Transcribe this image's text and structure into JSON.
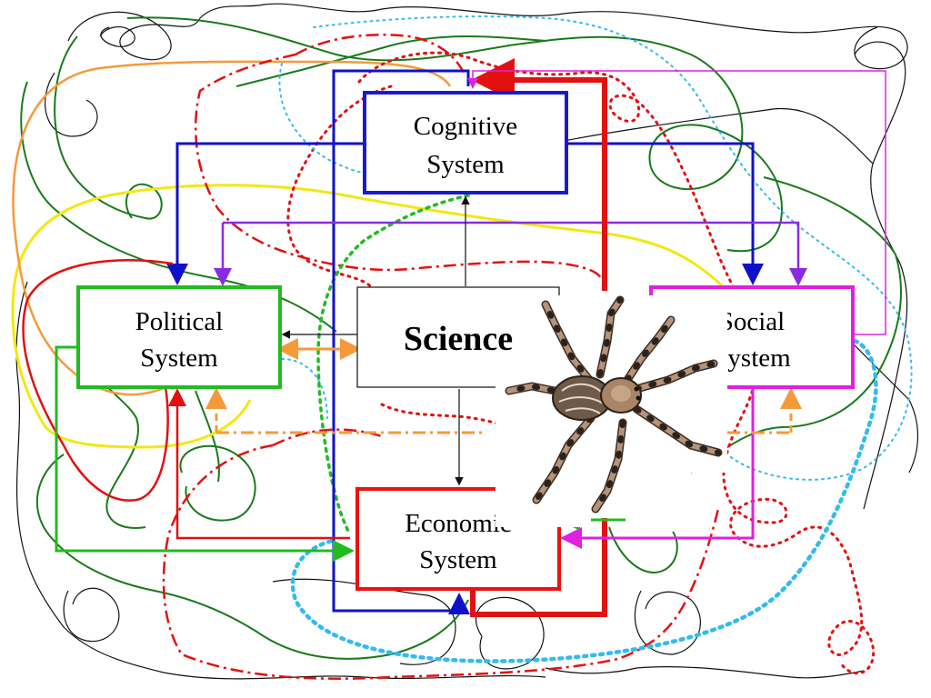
{
  "boxes": {
    "cognitive": {
      "line1": "Cognitive",
      "line2": "System"
    },
    "political": {
      "line1": "Political",
      "line2": "System"
    },
    "science": {
      "label": "Science"
    },
    "social": {
      "line1": "Social",
      "line2": "System"
    },
    "economic": {
      "line1": "Economic",
      "line2": "System"
    }
  },
  "colors": {
    "cognitive_border": "#1a1acc",
    "political_border": "#22bb22",
    "social_border": "#e020e0",
    "economic_border": "#ee1111",
    "blue_links": "#1010cc",
    "purple_links": "#8a2be2",
    "orange_links": "#f59a3a",
    "red_links": "#e31010",
    "green_scribble": "#1a7a1a",
    "yellow_curve": "#f2e812",
    "cyan_dotted": "#33bbee",
    "black_scribble": "#111111"
  },
  "spider": {
    "icon": "spider-icon"
  }
}
